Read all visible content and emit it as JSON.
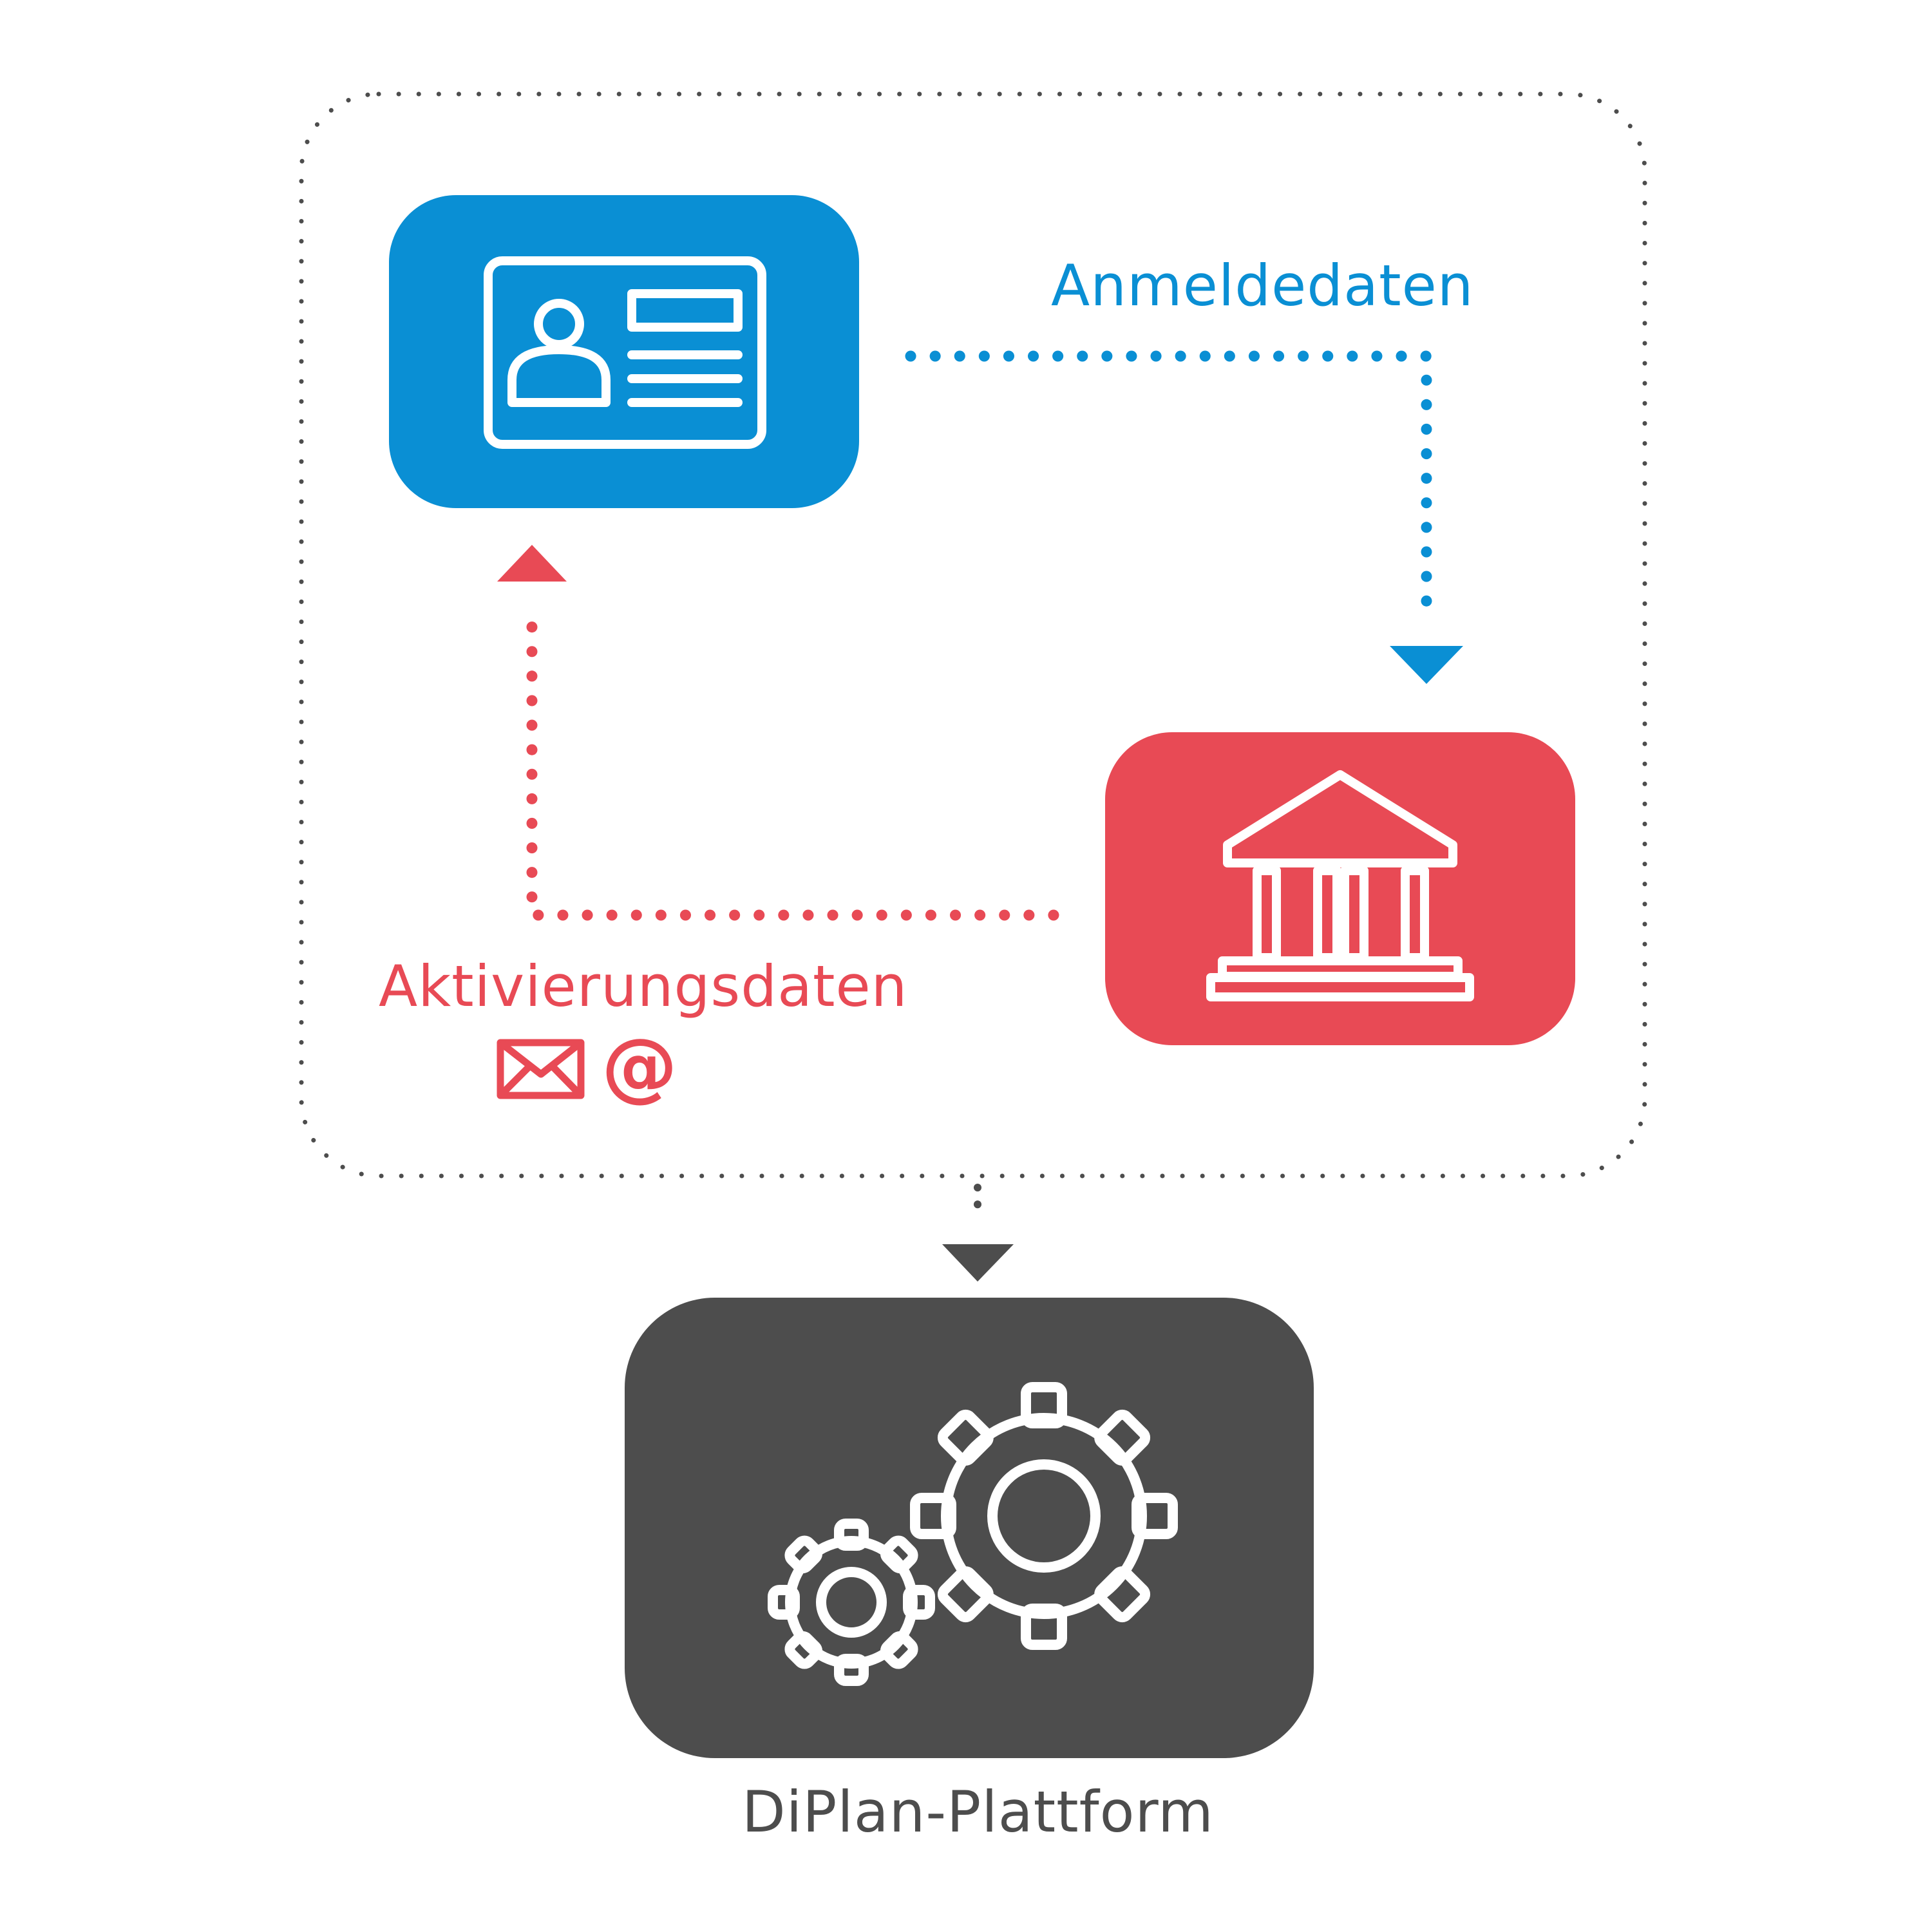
{
  "colors": {
    "blue": "#0a8fd4",
    "red": "#e84a55",
    "dark": "#4d4d4d",
    "dots": "#4d4d4d",
    "white": "#ffffff"
  },
  "labels": {
    "login_data": "Anmeldedaten",
    "activation_data": "Aktivierungsdaten",
    "at_symbol": "@",
    "platform": "DiPlan-Plattform"
  },
  "icons": {
    "user_card": "id-card-icon",
    "authority": "government-building-icon",
    "platform": "gears-icon",
    "mail": "envelope-icon",
    "at": "at-sign-icon"
  }
}
